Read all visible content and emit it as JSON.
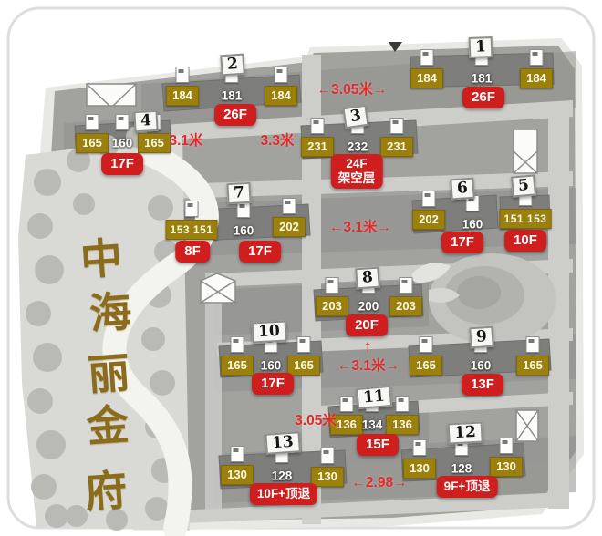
{
  "site_name": "中海丽金府",
  "colors": {
    "gold_box": "#9c800d",
    "floor_badge_red": "#cf1e1e",
    "distance_red": "#e02b2b",
    "calligraphy_gold": "#8a6c1c"
  },
  "buildings": [
    {
      "tag": "1",
      "units": [
        {
          "style": "gold",
          "value": "184"
        },
        {
          "style": "plain",
          "value": "181"
        },
        {
          "style": "gold",
          "value": "184"
        }
      ],
      "badges": [
        "26F"
      ]
    },
    {
      "tag": "2",
      "units": [
        {
          "style": "gold",
          "value": "184"
        },
        {
          "style": "plain",
          "value": "181"
        },
        {
          "style": "gold",
          "value": "184"
        }
      ],
      "badges": [
        "26F"
      ]
    },
    {
      "tag": "3",
      "units": [
        {
          "style": "gold",
          "value": "231"
        },
        {
          "style": "plain",
          "value": "232"
        },
        {
          "style": "gold",
          "value": "231"
        }
      ],
      "badges": [
        "24F\n架空层"
      ]
    },
    {
      "tag": "4",
      "units": [
        {
          "style": "gold",
          "value": "165"
        },
        {
          "style": "plain",
          "value": "160"
        },
        {
          "style": "gold",
          "value": "165"
        }
      ],
      "badges": [
        "17F"
      ]
    },
    {
      "tag": "5",
      "units": [
        {
          "style": "gold-pair",
          "value": "151 153"
        }
      ],
      "badges": [
        "10F"
      ]
    },
    {
      "tag": "6",
      "units": [
        {
          "style": "gold",
          "value": "202"
        },
        {
          "style": "plain",
          "value": "160"
        }
      ],
      "badges": [
        "17F"
      ]
    },
    {
      "tag": "7",
      "units": [
        {
          "style": "gold-pair",
          "value": "153 151"
        },
        {
          "style": "plain",
          "value": "160"
        },
        {
          "style": "gold",
          "value": "202"
        }
      ],
      "badges": [
        "8F",
        "17F"
      ]
    },
    {
      "tag": "8",
      "units": [
        {
          "style": "gold",
          "value": "203"
        },
        {
          "style": "plain",
          "value": "200"
        },
        {
          "style": "gold",
          "value": "203"
        }
      ],
      "badges": [
        "20F"
      ]
    },
    {
      "tag": "9",
      "units": [
        {
          "style": "gold",
          "value": "165"
        },
        {
          "style": "plain",
          "value": "160"
        },
        {
          "style": "gold",
          "value": "165"
        }
      ],
      "badges": [
        "13F"
      ]
    },
    {
      "tag": "10",
      "units": [
        {
          "style": "gold",
          "value": "165"
        },
        {
          "style": "plain",
          "value": "160"
        },
        {
          "style": "gold",
          "value": "165"
        }
      ],
      "badges": [
        "17F"
      ]
    },
    {
      "tag": "11",
      "units": [
        {
          "style": "gold",
          "value": "136"
        },
        {
          "style": "plain",
          "value": "134"
        },
        {
          "style": "gold",
          "value": "136"
        }
      ],
      "badges": [
        "15F"
      ]
    },
    {
      "tag": "12",
      "units": [
        {
          "style": "gold",
          "value": "130"
        },
        {
          "style": "plain",
          "value": "128"
        },
        {
          "style": "gold",
          "value": "130"
        }
      ],
      "badges": [
        "9F+顶退"
      ]
    },
    {
      "tag": "13",
      "units": [
        {
          "style": "gold",
          "value": "130"
        },
        {
          "style": "plain",
          "value": "128"
        },
        {
          "style": "gold",
          "value": "130"
        }
      ],
      "badges": [
        "10F+顶退"
      ]
    }
  ],
  "distances": [
    {
      "text": "←3.05米→"
    },
    {
      "text": "3.1米"
    },
    {
      "text": "3.3米"
    },
    {
      "text": "←3.1米→"
    },
    {
      "text": "↑"
    },
    {
      "text": "←3.1米→"
    },
    {
      "text": "3.05米"
    },
    {
      "text": "←2.98→"
    }
  ]
}
